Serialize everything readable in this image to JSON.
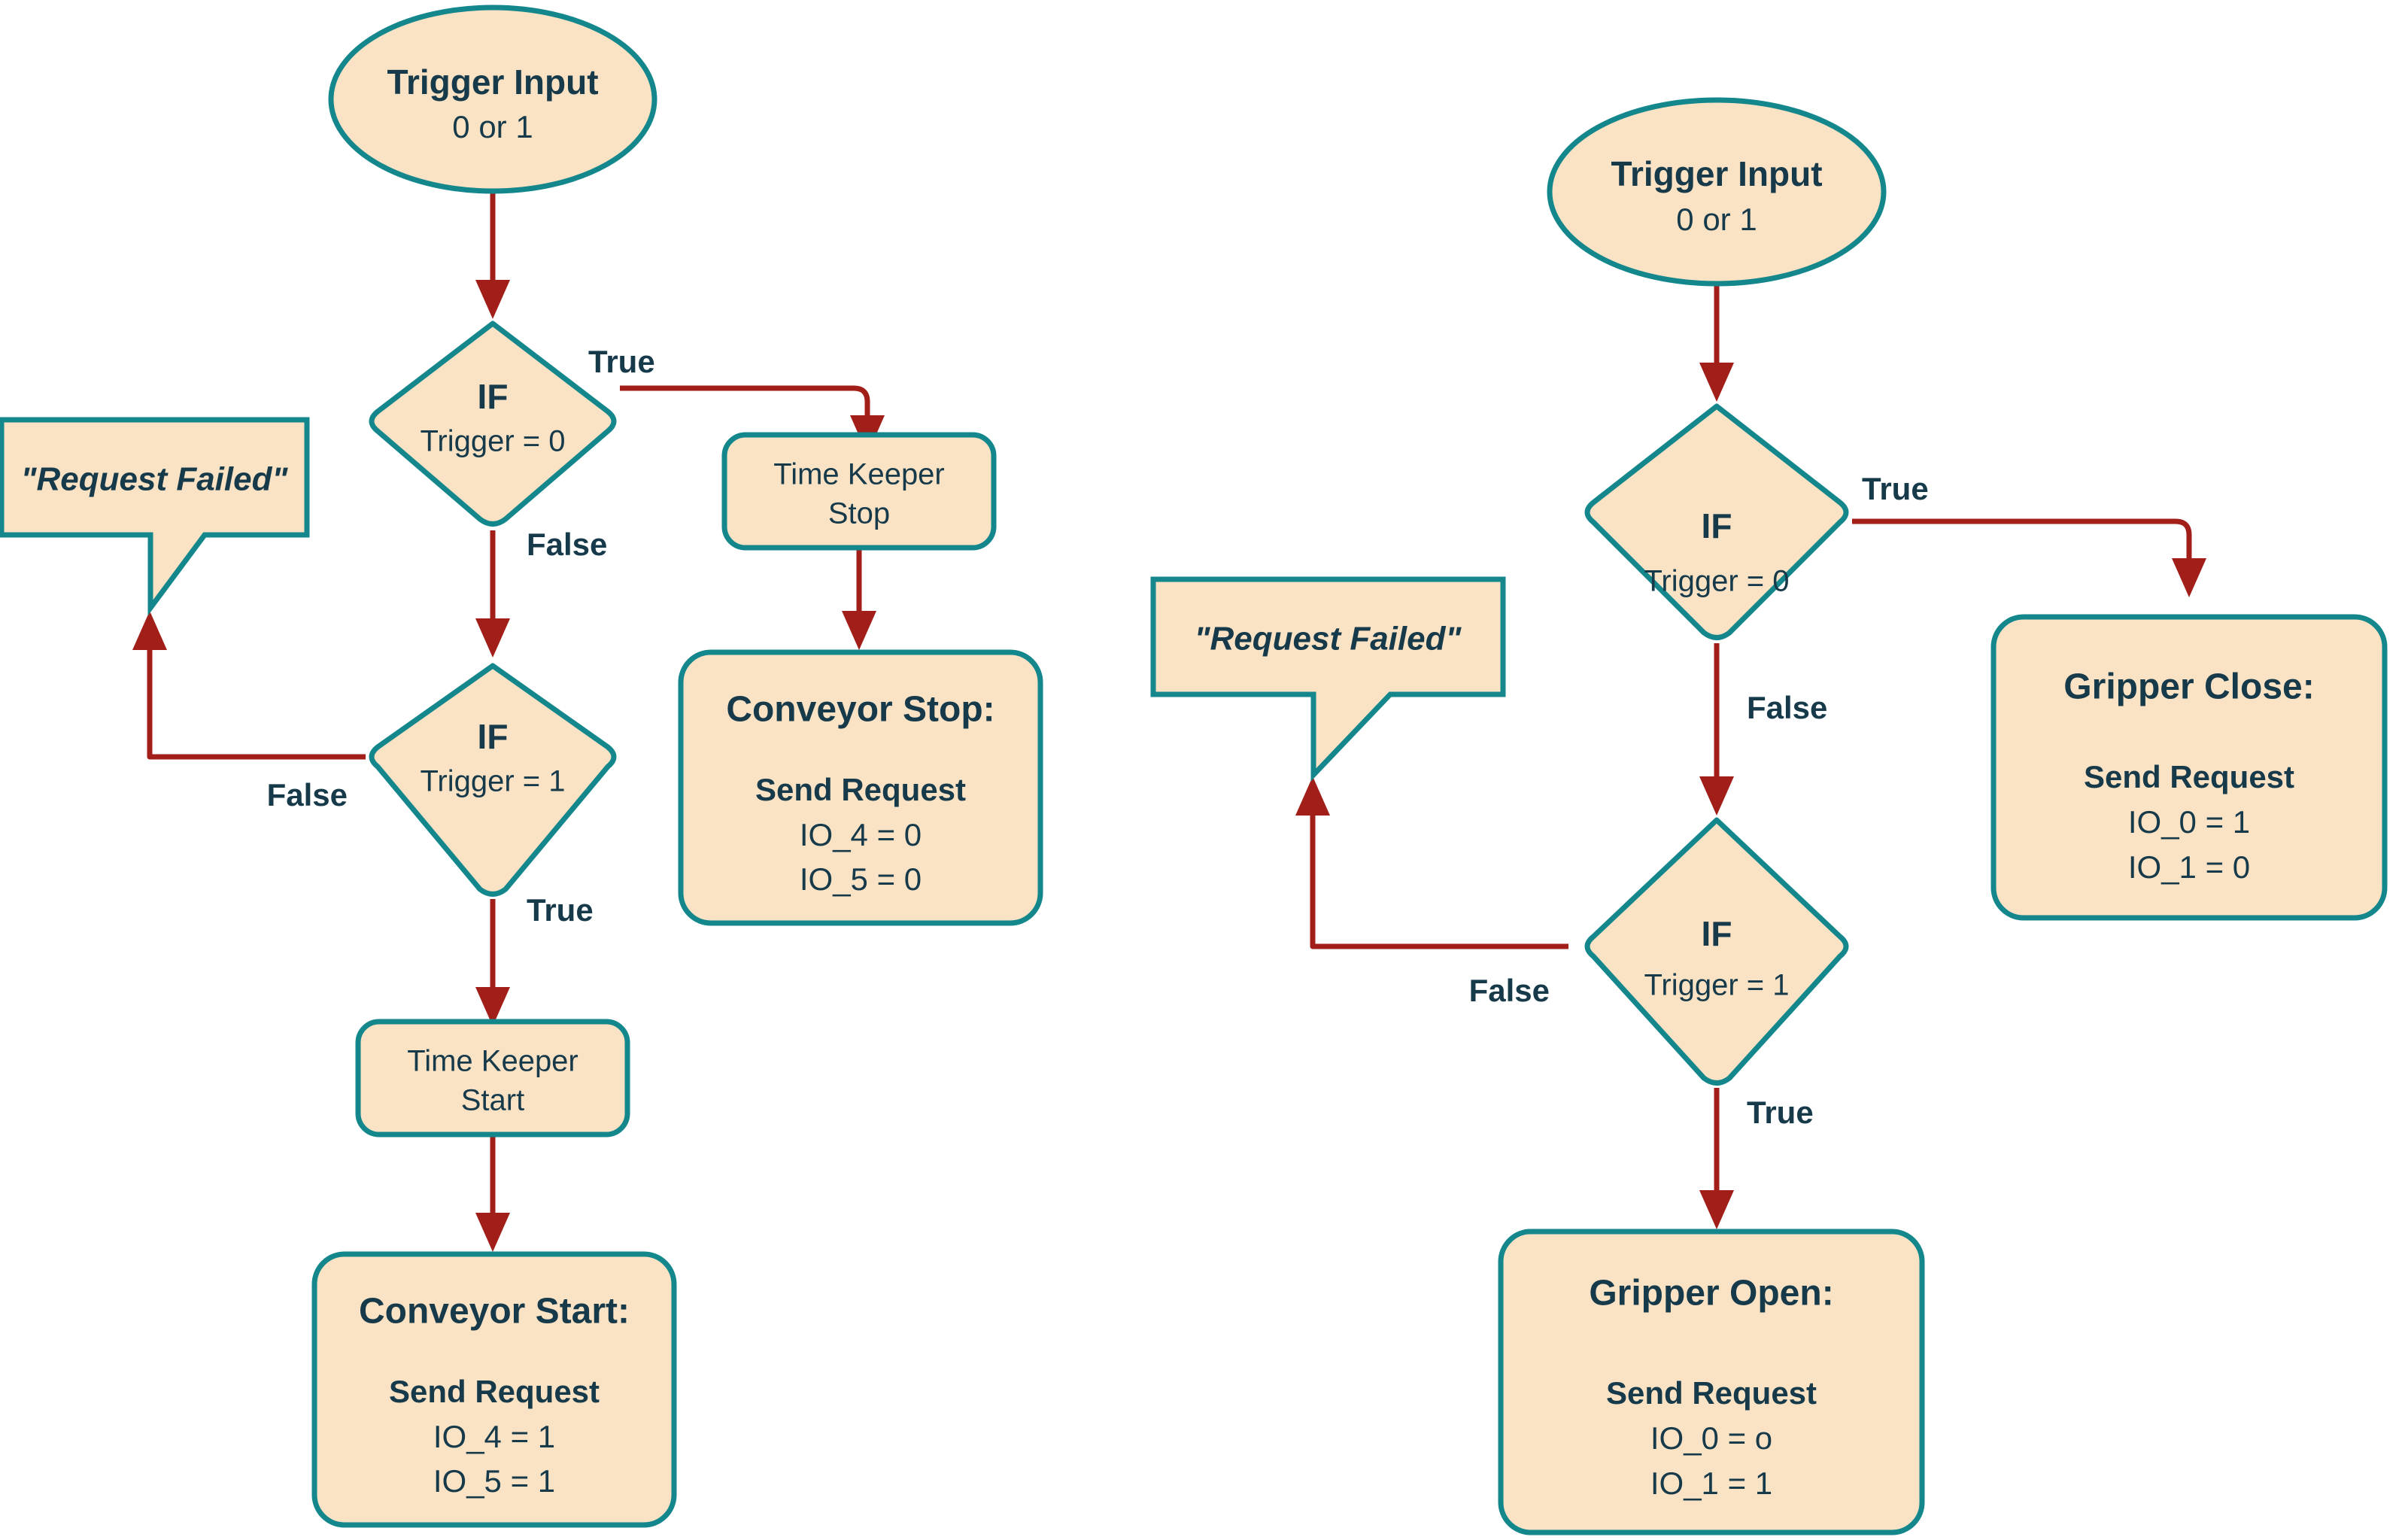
{
  "diagram": {
    "title": "Conveyor and Gripper Trigger Logic Flowchart",
    "colors": {
      "node_fill": "#FAE3C5",
      "node_border": "#13878B",
      "connector": "#A21E18",
      "text": "#173A4B",
      "background": "#FFFFFF"
    },
    "flows": [
      {
        "id": "conveyor-flow",
        "name": "Conveyor Flow",
        "nodes": [
          {
            "id": "start-left",
            "type": "terminator",
            "title": "Trigger Input",
            "subtitle": "0 or 1"
          },
          {
            "id": "if-left-1",
            "type": "decision",
            "keyword": "IF",
            "condition": "Trigger = 0"
          },
          {
            "id": "timekeeper-stop",
            "type": "process",
            "line1": "Time Keeper",
            "line2": "Stop"
          },
          {
            "id": "conveyor-stop",
            "type": "process",
            "title": "Conveyor Stop:",
            "body": "Send Request",
            "line1": "IO_4 = 0",
            "line2": "IO_5 = 0"
          },
          {
            "id": "if-left-2",
            "type": "decision",
            "keyword": "IF",
            "condition": "Trigger = 1"
          },
          {
            "id": "timekeeper-start",
            "type": "process",
            "line1": "Time Keeper",
            "line2": "Start"
          },
          {
            "id": "conveyor-start",
            "type": "process",
            "title": "Conveyor Start:",
            "body": "Send Request",
            "line1": "IO_4 = 1",
            "line2": "IO_5 = 1"
          },
          {
            "id": "callout-left",
            "type": "callout",
            "text": "\"Request Failed\""
          }
        ],
        "edges": [
          {
            "id": "e-l-1",
            "from": "start-left",
            "to": "if-left-1",
            "label": ""
          },
          {
            "id": "e-l-2",
            "from": "if-left-1",
            "to": "timekeeper-stop",
            "label": "True"
          },
          {
            "id": "e-l-3",
            "from": "timekeeper-stop",
            "to": "conveyor-stop",
            "label": ""
          },
          {
            "id": "e-l-4",
            "from": "if-left-1",
            "to": "if-left-2",
            "label": "False"
          },
          {
            "id": "e-l-5",
            "from": "if-left-2",
            "to": "callout-left",
            "label": "False"
          },
          {
            "id": "e-l-6",
            "from": "if-left-2",
            "to": "timekeeper-start",
            "label": "True"
          },
          {
            "id": "e-l-7",
            "from": "timekeeper-start",
            "to": "conveyor-start",
            "label": ""
          }
        ]
      },
      {
        "id": "gripper-flow",
        "name": "Gripper Flow",
        "nodes": [
          {
            "id": "start-right",
            "type": "terminator",
            "title": "Trigger Input",
            "subtitle": "0 or 1"
          },
          {
            "id": "if-right-1",
            "type": "decision",
            "keyword": "IF",
            "condition": "Trigger = 0"
          },
          {
            "id": "gripper-close",
            "type": "process",
            "title": "Gripper Close:",
            "body": "Send Request",
            "line1": "IO_0 = 1",
            "line2": "IO_1 = 0"
          },
          {
            "id": "if-right-2",
            "type": "decision",
            "keyword": "IF",
            "condition": "Trigger = 1"
          },
          {
            "id": "gripper-open",
            "type": "process",
            "title": "Gripper Open:",
            "body": "Send Request",
            "line1": "IO_0 = o",
            "line2": "IO_1 = 1"
          },
          {
            "id": "callout-right",
            "type": "callout",
            "text": "\"Request Failed\""
          }
        ],
        "edges": [
          {
            "id": "e-r-1",
            "from": "start-right",
            "to": "if-right-1",
            "label": ""
          },
          {
            "id": "e-r-2",
            "from": "if-right-1",
            "to": "gripper-close",
            "label": "True"
          },
          {
            "id": "e-r-3",
            "from": "if-right-1",
            "to": "if-right-2",
            "label": "False"
          },
          {
            "id": "e-r-4",
            "from": "if-right-2",
            "to": "callout-right",
            "label": "False"
          },
          {
            "id": "e-r-5",
            "from": "if-right-2",
            "to": "gripper-open",
            "label": "True"
          }
        ]
      }
    ]
  }
}
